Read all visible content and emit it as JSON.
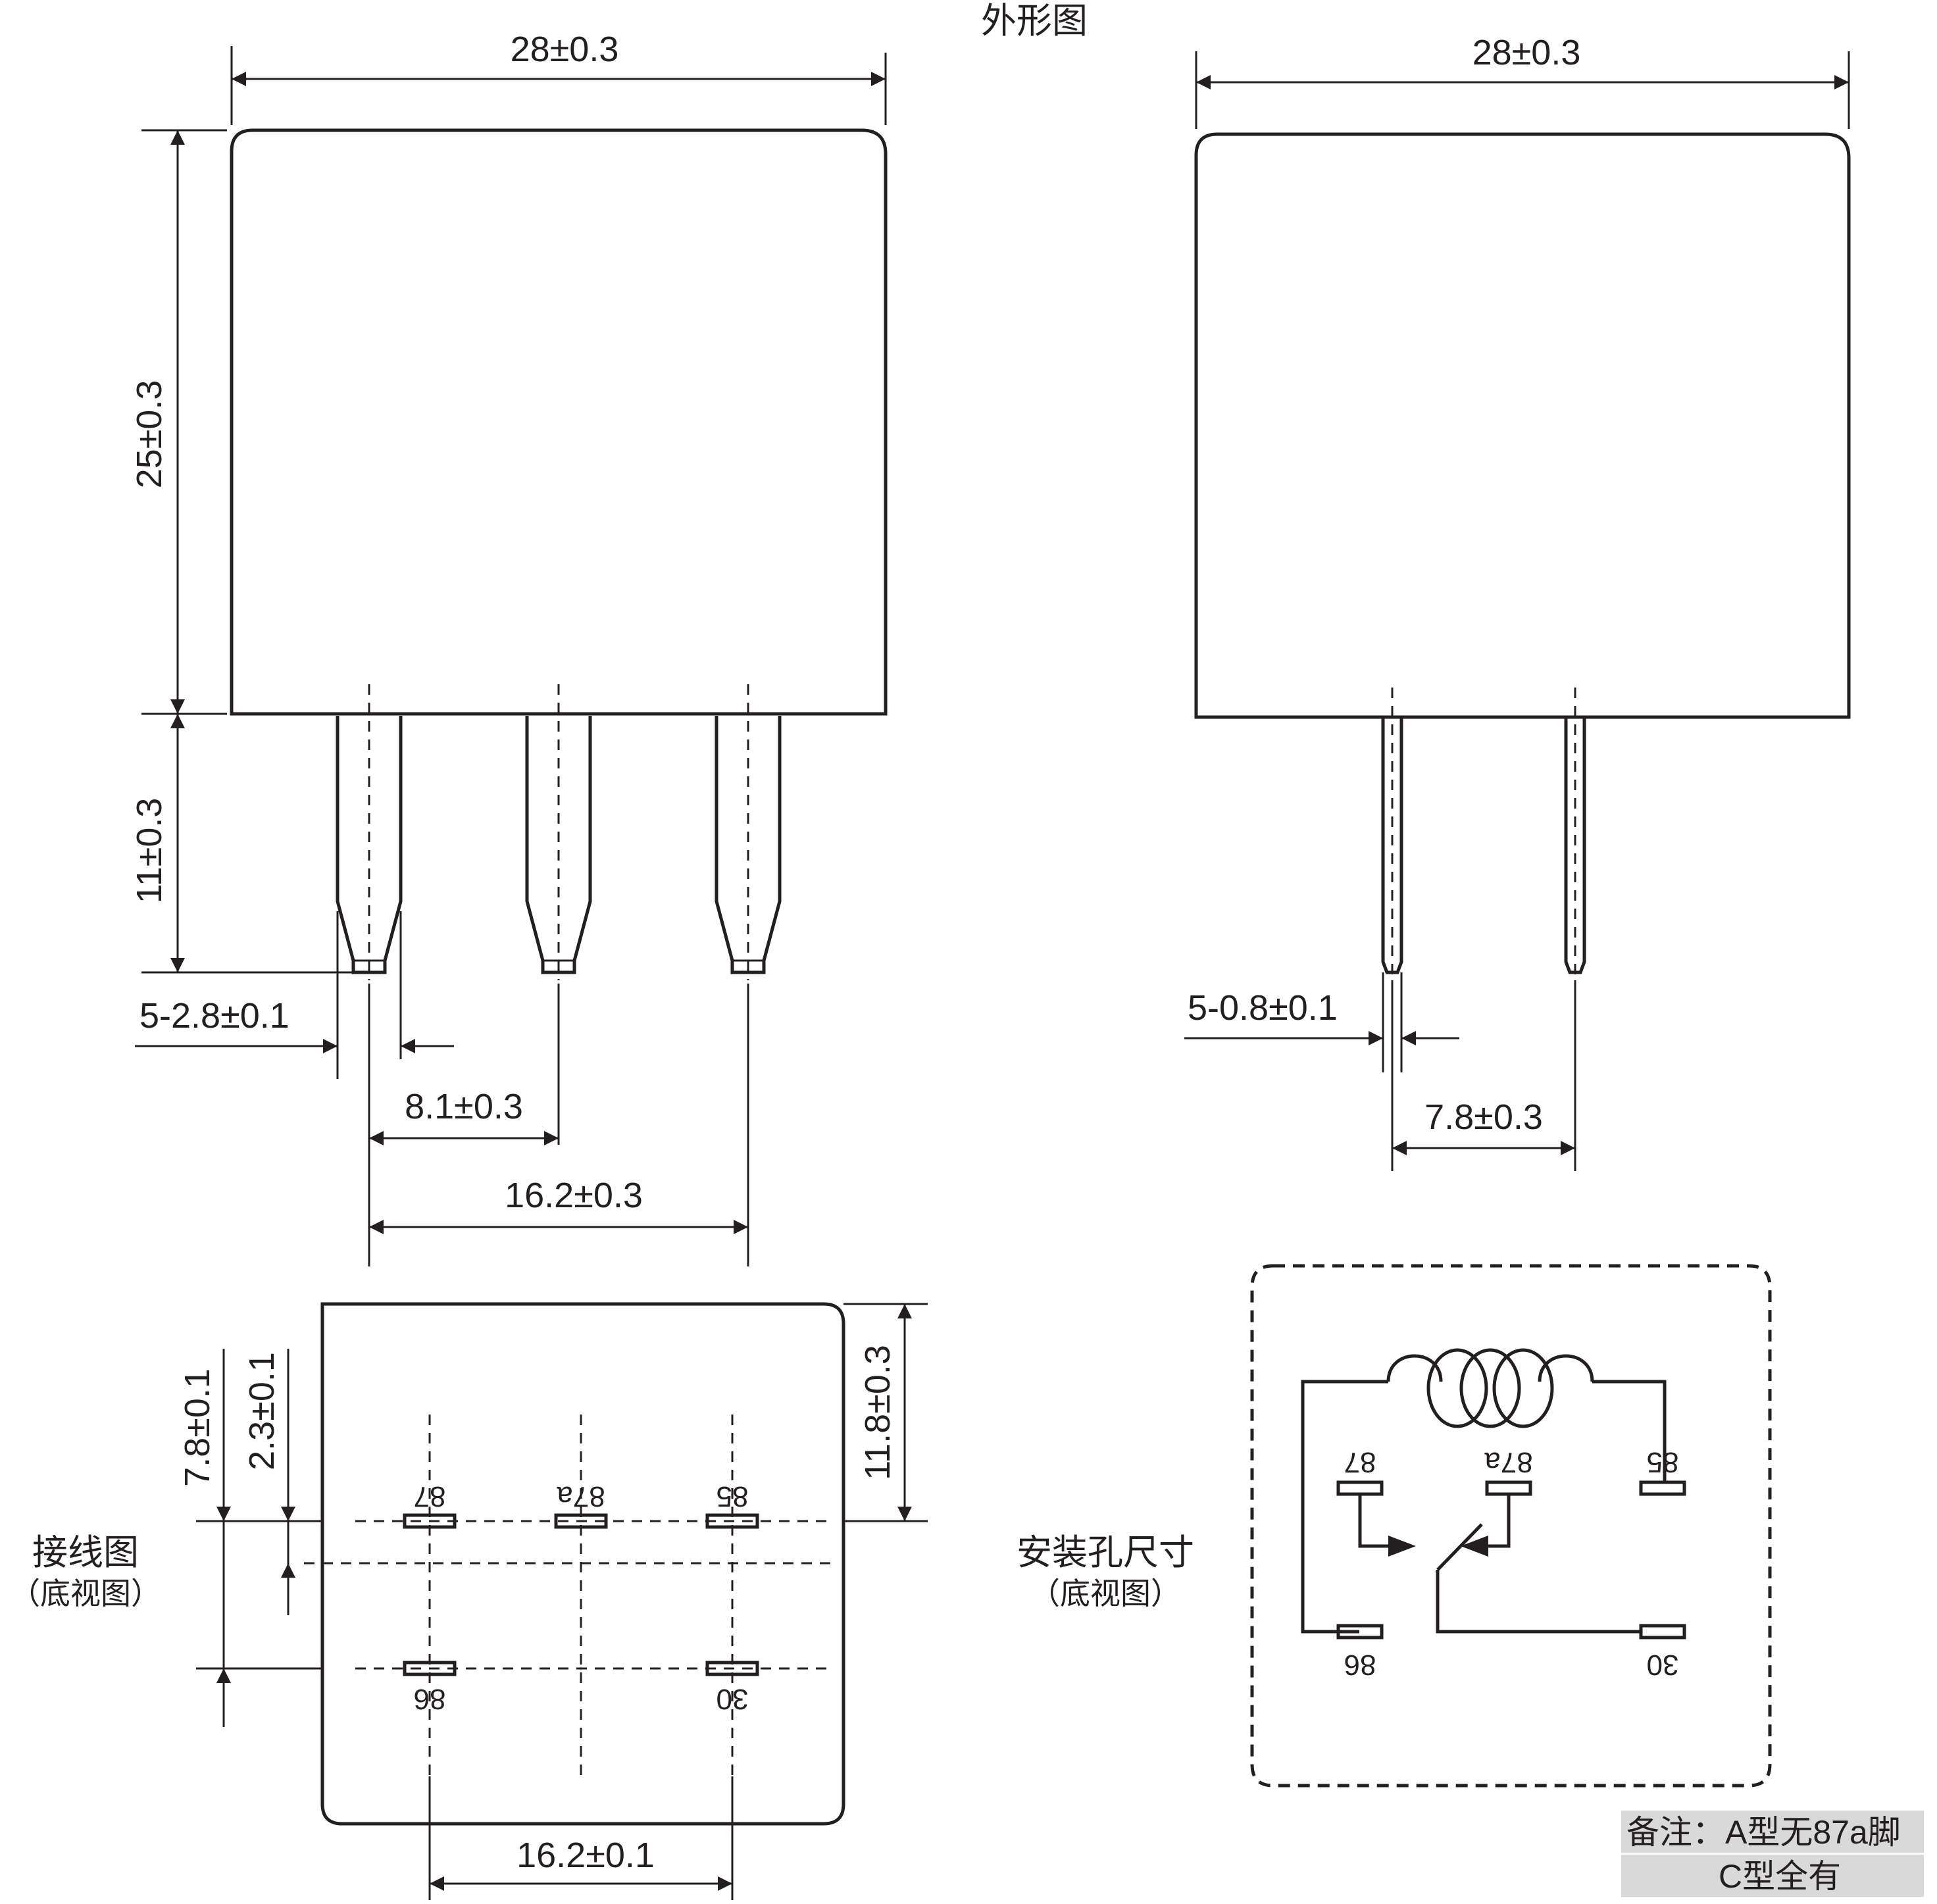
{
  "title": "外形图",
  "left_view": {
    "width_dim": "28±0.3",
    "height_dim": "25±0.3",
    "pin_length_dim": "11±0.3",
    "pin_width_dim": "5-2.8±0.1",
    "pin_pitch_dim": "8.1±0.3",
    "pin_span_dim": "16.2±0.3"
  },
  "right_view": {
    "width_dim": "28±0.3",
    "pin_width_dim": "5-0.8±0.1",
    "pin_pitch_dim": "7.8±0.3"
  },
  "wiring_view": {
    "label": "接线图",
    "sublabel": "（底视图）",
    "dim_row_spacing": "7.8±0.1",
    "dim_center_offset": "2.3±0.1",
    "dim_top_height": "11.8±0.3",
    "dim_column_span": "16.2±0.1",
    "pins": [
      "87",
      "87a",
      "85",
      "86",
      "30"
    ]
  },
  "mounting_view": {
    "label": "安装孔尺寸",
    "sublabel": "（底视图）",
    "pins": [
      "87",
      "87a",
      "85",
      "86",
      "30"
    ]
  },
  "note": {
    "line1": "备注：A型无87a脚",
    "line2": "C型全有"
  }
}
